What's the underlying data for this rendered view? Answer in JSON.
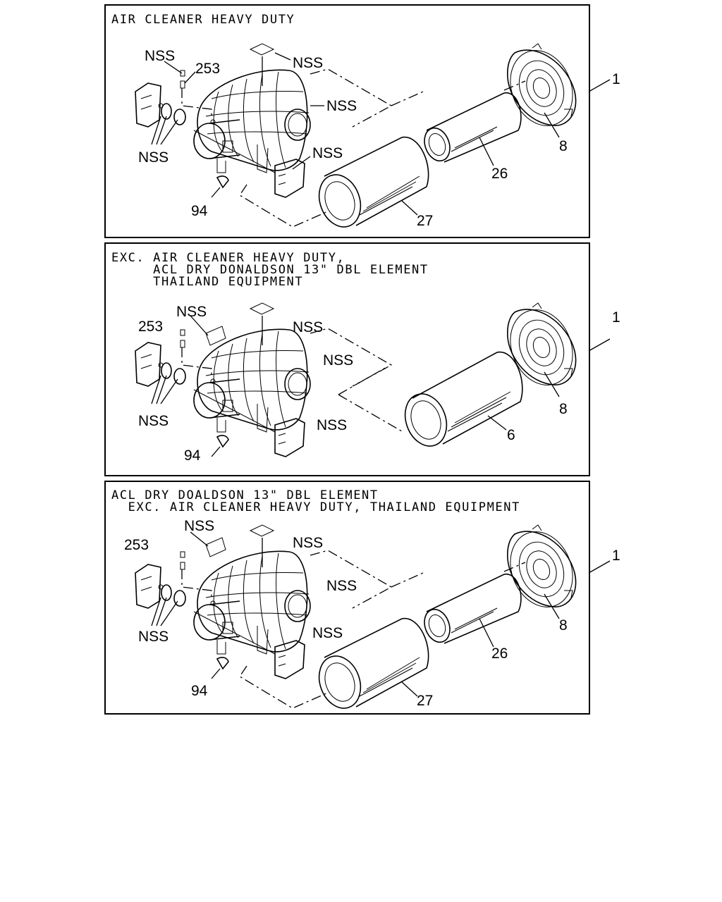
{
  "panels": [
    {
      "header": [
        "AIR CLEANER HEAVY DUTY"
      ],
      "labels": {
        "nss_top": "NSS",
        "p253": "253",
        "nss_film": "NSS",
        "nss_inlet": "NSS",
        "nss_left": "NSS",
        "nss_clamp": "NSS",
        "p94": "94",
        "p27": "27",
        "p26": "26",
        "p8": "8",
        "p1": "1"
      }
    },
    {
      "header": [
        "EXC. AIR CLEANER HEAVY DUTY,",
        "     ACL DRY DONALDSON 13\" DBL ELEMENT",
        "     THAILAND EQUIPMENT"
      ],
      "labels": {
        "nss_top": "NSS",
        "p253": "253",
        "nss_film": "NSS",
        "nss_inlet": "NSS",
        "nss_left": "NSS",
        "nss_clamp": "NSS",
        "p94": "94",
        "p6": "6",
        "p8": "8",
        "p1": "1"
      }
    },
    {
      "header": [
        "ACL DRY DOALDSON 13\" DBL ELEMENT",
        "  EXC. AIR CLEANER HEAVY DUTY, THAILAND EQUIPMENT"
      ],
      "labels": {
        "nss_top": "NSS",
        "p253": "253",
        "nss_film": "NSS",
        "nss_inlet": "NSS",
        "nss_left": "NSS",
        "nss_clamp": "NSS",
        "p94": "94",
        "p27": "27",
        "p26": "26",
        "p8": "8",
        "p1": "1"
      }
    }
  ]
}
